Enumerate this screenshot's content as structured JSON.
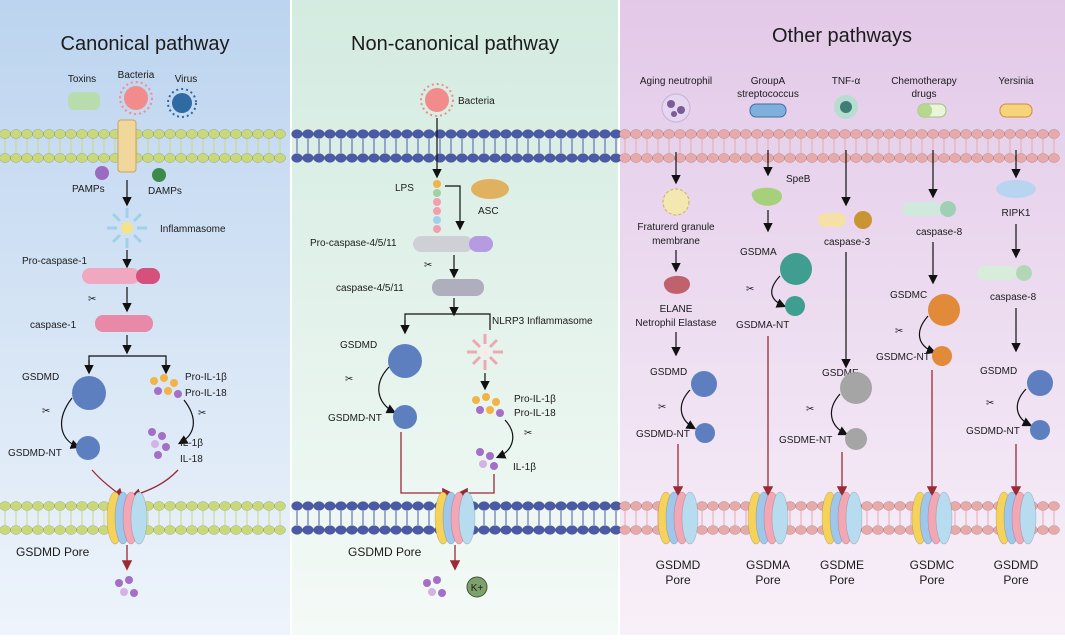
{
  "panels": {
    "canonical": {
      "title": "Canonical pathway",
      "toxins": "Toxins",
      "bacteria": "Bacteria",
      "virus": "Virus",
      "pamps": "PAMPs",
      "damps": "DAMPs",
      "inflammasome": "Inflammasome",
      "pro_caspase": "Pro-caspase-1",
      "caspase": "caspase-1",
      "gsdmd": "GSDMD",
      "pro_il1b": "Pro-IL-1β",
      "pro_il18": "Pro-IL-18",
      "gsdmd_nt": "GSDMD-NT",
      "il1b": "IL-1β",
      "il18": "IL-18",
      "pore": "GSDMD Pore"
    },
    "noncanonical": {
      "title": "Non-canonical pathway",
      "bacteria": "Bacteria",
      "lps": "LPS",
      "asc": "ASC",
      "pro_caspase": "Pro-caspase-4/5/11",
      "caspase": "caspase-4/5/11",
      "nlrp3": "NLRP3 Inflammasome",
      "gsdmd": "GSDMD",
      "gsdmd_nt": "GSDMD-NT",
      "pro_il1b": "Pro-IL-1β",
      "pro_il18": "Pro-IL-18",
      "il1b": "IL-1β",
      "pore": "GSDMD Pore",
      "kplus": "K+"
    },
    "other": {
      "title": "Other pathways",
      "col1": {
        "trigger": "Aging neutrophil",
        "step1a": "Fraturerd granule",
        "step1b": "membrane",
        "step2a": "ELANE",
        "step2b": "Netrophil Elastase",
        "gsdm": "GSDMD",
        "gsdm_nt": "GSDMD-NT",
        "pore_a": "GSDMD",
        "pore_b": "Pore"
      },
      "col2": {
        "trigger_a": "GroupA",
        "trigger_b": "streptococcus",
        "step1": "SpeB",
        "gsdm": "GSDMA",
        "gsdm_nt": "GSDMA-NT",
        "pore_a": "GSDMA",
        "pore_b": "Pore"
      },
      "col3": {
        "trigger": "TNF-α",
        "step1": "caspase-3",
        "gsdm": "GSDME",
        "gsdm_nt": "GSDME-NT",
        "pore_a": "GSDME",
        "pore_b": "Pore"
      },
      "col4": {
        "trigger_a": "Chemotherapy",
        "trigger_b": "drugs",
        "step1": "caspase-8",
        "gsdm": "GSDMC",
        "gsdm_nt": "GSDMC-NT",
        "pore_a": "GSDMC",
        "pore_b": "Pore"
      },
      "col5": {
        "trigger": "Yersinia",
        "step1": "RIPK1",
        "step2": "caspase-8",
        "gsdm": "GSDMD",
        "gsdm_nt": "GSDMD-NT",
        "pore_a": "GSDMD",
        "pore_b": "Pore"
      }
    }
  },
  "colors": {
    "canonical_bg": "#cfe0f3",
    "noncanonical_bg": "#dcefe6",
    "other_bg": "#ead7ee",
    "membrane_green": "#c9d97a",
    "membrane_blue": "#4b5aa6",
    "membrane_pink": "#e8a9a9",
    "gsdm_blue": "#5d7fc0",
    "arrow_red": "#9b2a35"
  }
}
